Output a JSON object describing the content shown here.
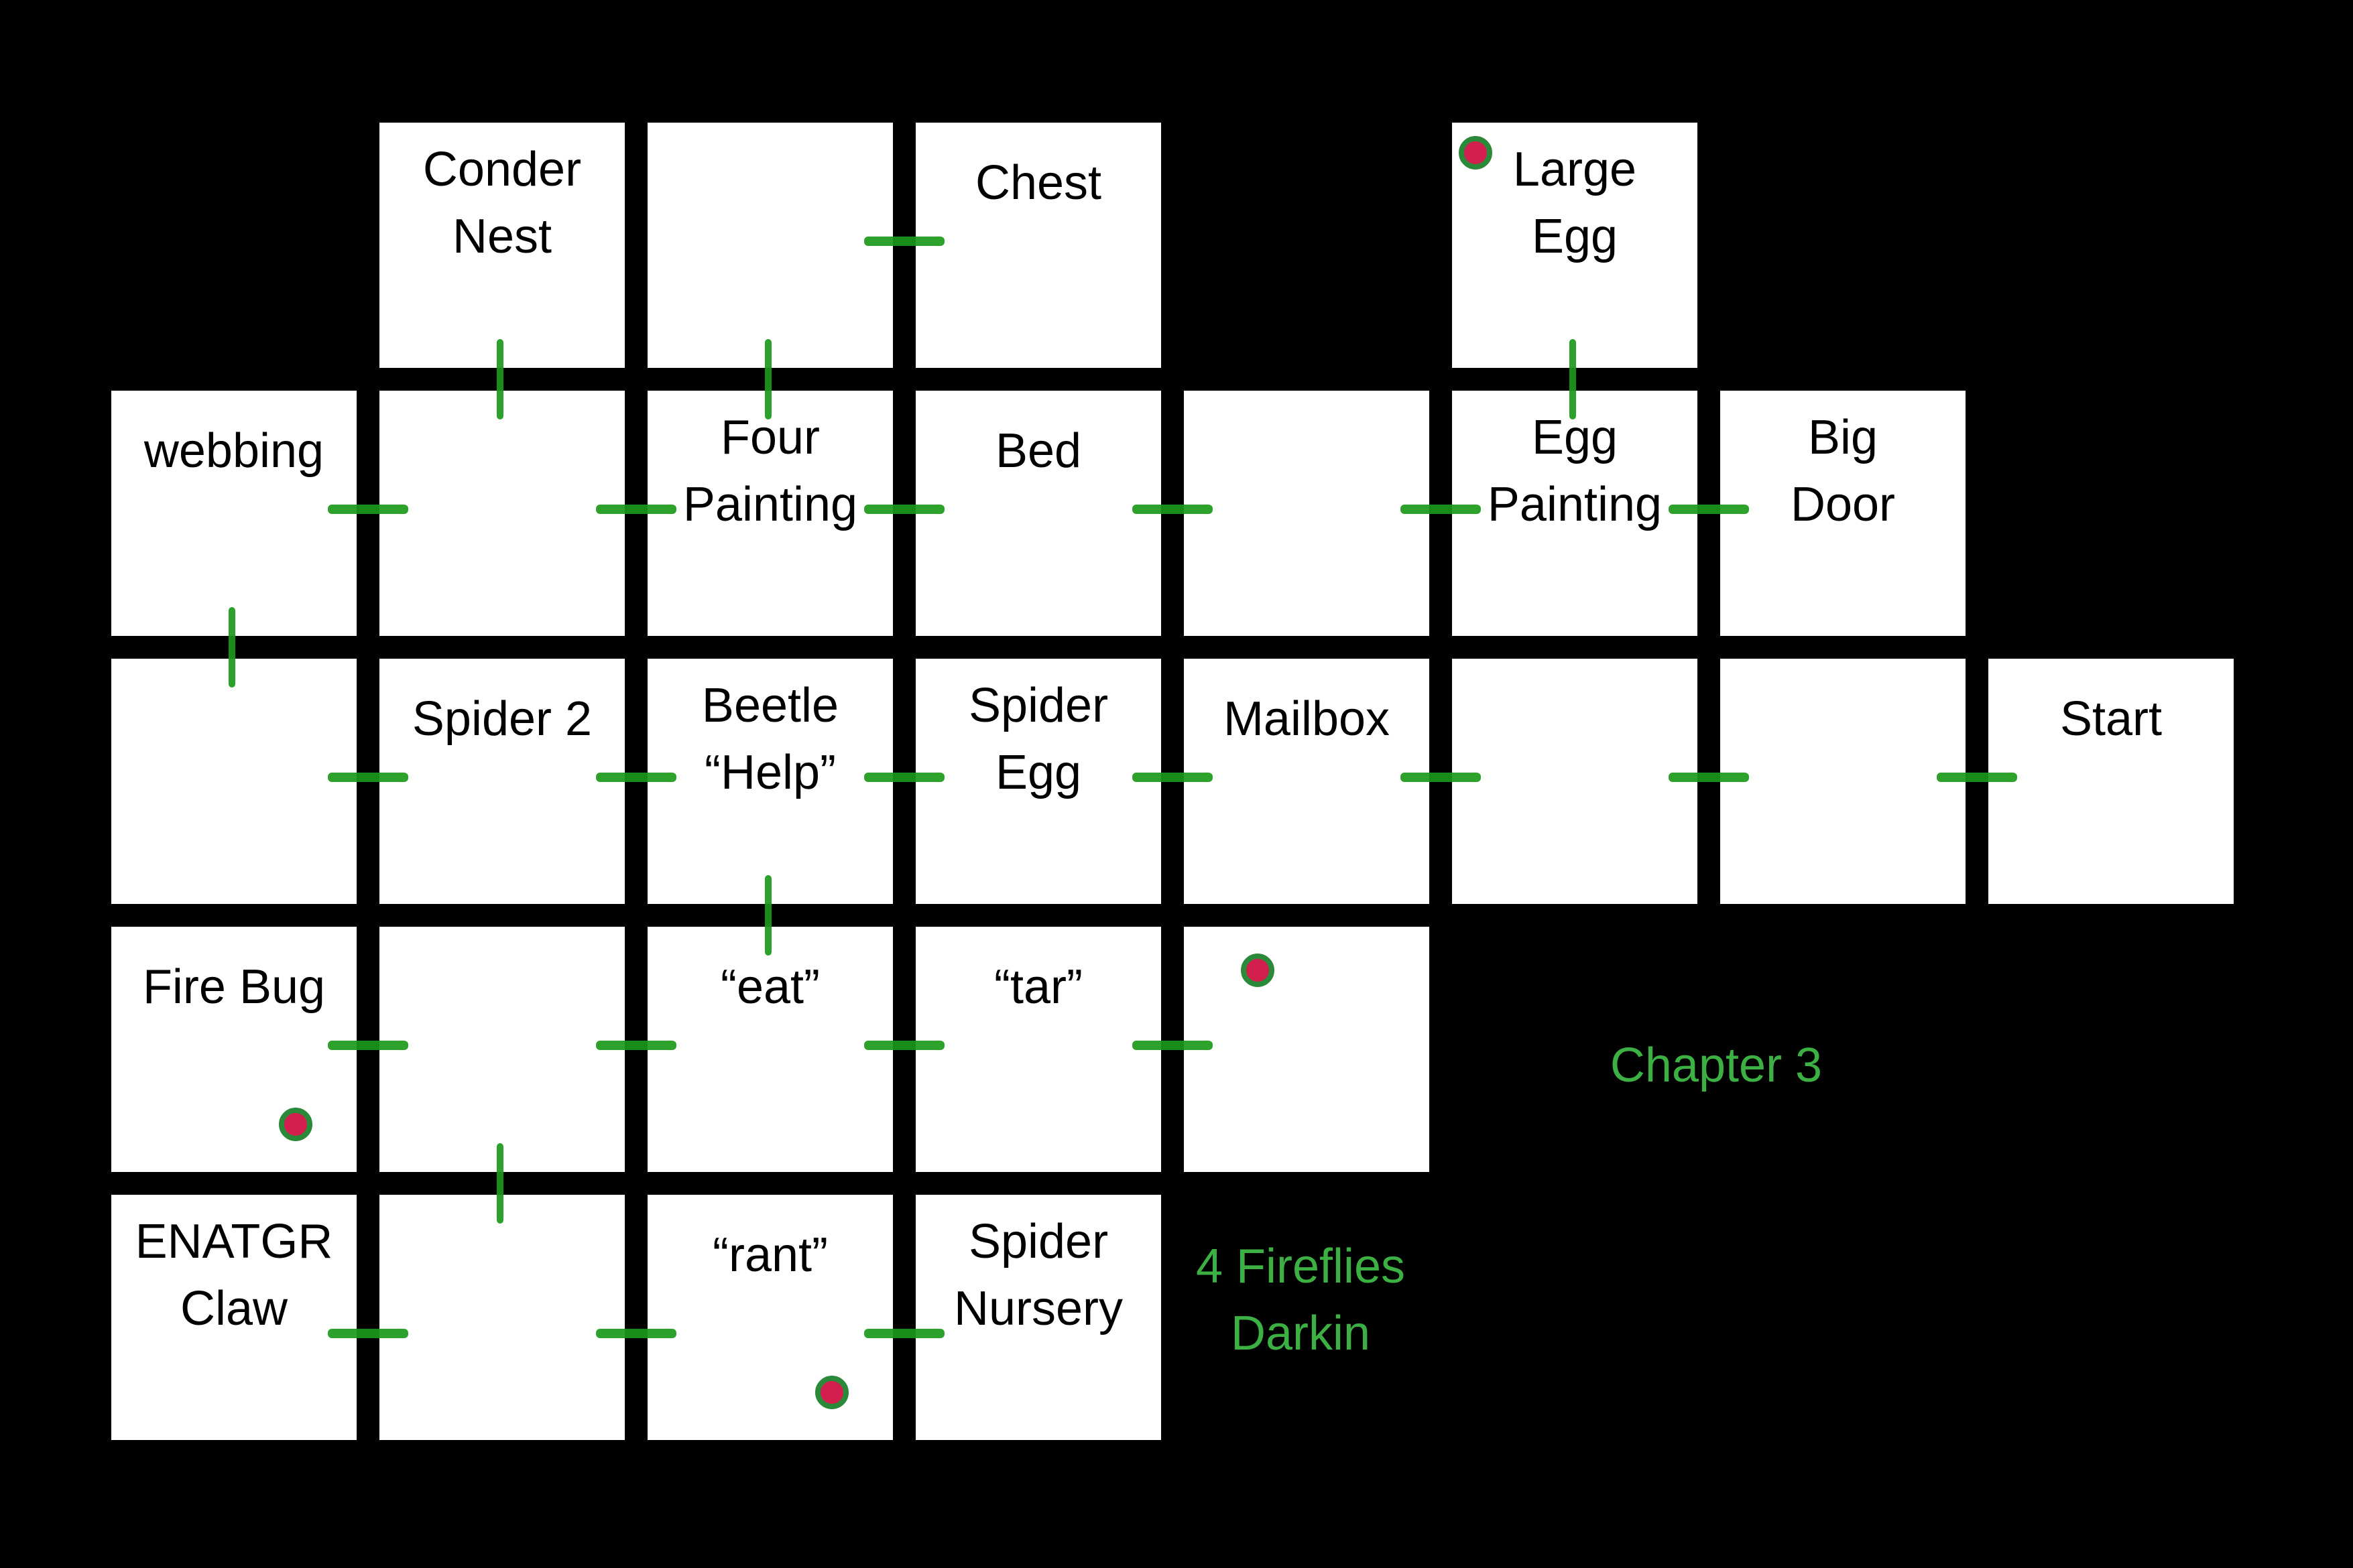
{
  "map": {
    "title": "Chapter 3",
    "note": "4 Fireflies\nDarkin",
    "colors": {
      "background": "#000000",
      "room": "#ffffff",
      "door": "#1a9a1a",
      "note_text": "#3cb043",
      "marker_fill": "#d21f4e",
      "marker_ring": "#2a8a3a"
    },
    "rooms": [
      {
        "id": "r0c1",
        "row": 0,
        "col": 1,
        "label": "Conder\nNest"
      },
      {
        "id": "r0c2",
        "row": 0,
        "col": 2,
        "label": ""
      },
      {
        "id": "r0c3",
        "row": 0,
        "col": 3,
        "label": "Chest"
      },
      {
        "id": "r0c5",
        "row": 0,
        "col": 5,
        "label": "Large\nEgg",
        "marker": "top-left"
      },
      {
        "id": "r1c0",
        "row": 1,
        "col": 0,
        "label": "webbing"
      },
      {
        "id": "r1c1",
        "row": 1,
        "col": 1,
        "label": ""
      },
      {
        "id": "r1c2",
        "row": 1,
        "col": 2,
        "label": "Four\nPainting"
      },
      {
        "id": "r1c3",
        "row": 1,
        "col": 3,
        "label": "Bed"
      },
      {
        "id": "r1c4",
        "row": 1,
        "col": 4,
        "label": ""
      },
      {
        "id": "r1c5",
        "row": 1,
        "col": 5,
        "label": "Egg\nPainting"
      },
      {
        "id": "r1c6",
        "row": 1,
        "col": 6,
        "label": "Big\nDoor"
      },
      {
        "id": "r2c0",
        "row": 2,
        "col": 0,
        "label": ""
      },
      {
        "id": "r2c1",
        "row": 2,
        "col": 1,
        "label": "Spider 2"
      },
      {
        "id": "r2c2",
        "row": 2,
        "col": 2,
        "label": "Beetle\n“Help”"
      },
      {
        "id": "r2c3",
        "row": 2,
        "col": 3,
        "label": "Spider\nEgg"
      },
      {
        "id": "r2c4",
        "row": 2,
        "col": 4,
        "label": "Mailbox"
      },
      {
        "id": "r2c5",
        "row": 2,
        "col": 5,
        "label": ""
      },
      {
        "id": "r2c6",
        "row": 2,
        "col": 6,
        "label": ""
      },
      {
        "id": "r2c7",
        "row": 2,
        "col": 7,
        "label": "Start"
      },
      {
        "id": "r3c0",
        "row": 3,
        "col": 0,
        "label": "Fire Bug",
        "marker": "bottom-right"
      },
      {
        "id": "r3c1",
        "row": 3,
        "col": 1,
        "label": ""
      },
      {
        "id": "r3c2",
        "row": 3,
        "col": 2,
        "label": "“eat”"
      },
      {
        "id": "r3c3",
        "row": 3,
        "col": 3,
        "label": "“tar”"
      },
      {
        "id": "r3c4",
        "row": 3,
        "col": 4,
        "label": "",
        "marker": "top-center"
      },
      {
        "id": "r4c0",
        "row": 4,
        "col": 0,
        "label": "ENATGR\nClaw"
      },
      {
        "id": "r4c1",
        "row": 4,
        "col": 1,
        "label": ""
      },
      {
        "id": "r4c2",
        "row": 4,
        "col": 2,
        "label": "“rant”",
        "marker": "bottom-right"
      },
      {
        "id": "r4c3",
        "row": 4,
        "col": 3,
        "label": "Spider\nNursery"
      }
    ],
    "doors": [
      {
        "orientation": "v",
        "between": [
          "r0c1",
          "r1c1"
        ]
      },
      {
        "orientation": "v",
        "between": [
          "r0c2",
          "r1c2"
        ]
      },
      {
        "orientation": "h",
        "between": [
          "r0c2",
          "r0c3"
        ]
      },
      {
        "orientation": "v",
        "between": [
          "r0c5",
          "r1c5"
        ]
      },
      {
        "orientation": "h",
        "between": [
          "r1c0",
          "r1c1"
        ]
      },
      {
        "orientation": "h",
        "between": [
          "r1c1",
          "r1c2"
        ]
      },
      {
        "orientation": "h",
        "between": [
          "r1c2",
          "r1c3"
        ]
      },
      {
        "orientation": "h",
        "between": [
          "r1c3",
          "r1c4"
        ]
      },
      {
        "orientation": "h",
        "between": [
          "r1c4",
          "r1c5"
        ]
      },
      {
        "orientation": "h",
        "between": [
          "r1c5",
          "r1c6"
        ]
      },
      {
        "orientation": "v",
        "between": [
          "r1c0",
          "r2c0"
        ]
      },
      {
        "orientation": "h",
        "between": [
          "r2c0",
          "r2c1"
        ]
      },
      {
        "orientation": "h",
        "between": [
          "r2c1",
          "r2c2"
        ]
      },
      {
        "orientation": "h",
        "between": [
          "r2c2",
          "r2c3"
        ]
      },
      {
        "orientation": "h",
        "between": [
          "r2c3",
          "r2c4"
        ]
      },
      {
        "orientation": "h",
        "between": [
          "r2c4",
          "r2c5"
        ]
      },
      {
        "orientation": "h",
        "between": [
          "r2c5",
          "r2c6"
        ]
      },
      {
        "orientation": "h",
        "between": [
          "r2c6",
          "r2c7"
        ]
      },
      {
        "orientation": "v",
        "between": [
          "r2c2",
          "r3c2"
        ]
      },
      {
        "orientation": "h",
        "between": [
          "r3c0",
          "r3c1"
        ]
      },
      {
        "orientation": "h",
        "between": [
          "r3c1",
          "r3c2"
        ]
      },
      {
        "orientation": "h",
        "between": [
          "r3c2",
          "r3c3"
        ]
      },
      {
        "orientation": "h",
        "between": [
          "r3c3",
          "r3c4"
        ]
      },
      {
        "orientation": "v",
        "between": [
          "r3c1",
          "r4c1"
        ]
      },
      {
        "orientation": "h",
        "between": [
          "r4c0",
          "r4c1"
        ]
      },
      {
        "orientation": "h",
        "between": [
          "r4c1",
          "r4c2"
        ]
      },
      {
        "orientation": "h",
        "between": [
          "r4c2",
          "r4c3"
        ]
      }
    ]
  }
}
